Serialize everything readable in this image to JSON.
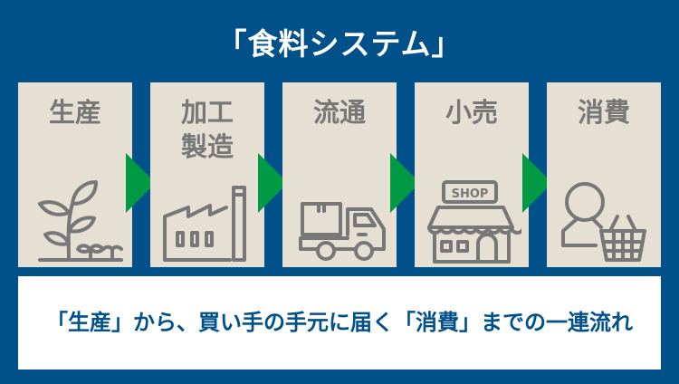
{
  "title": "「食料システム」",
  "steps": [
    {
      "label": "生産",
      "icon": "plant-icon"
    },
    {
      "label": "加工\n製造",
      "icon": "factory-icon"
    },
    {
      "label": "流通",
      "icon": "truck-icon"
    },
    {
      "label": "小売",
      "icon": "shop-icon",
      "sign": "SHOP"
    },
    {
      "label": "消費",
      "icon": "consumer-basket-icon"
    }
  ],
  "description": "「生産」から、買い手の手元に届く「消費」までの一連流れ",
  "colors": {
    "background": "#00518a",
    "box": "#e5e0d3",
    "arrow": "#009a44",
    "icon": "#777777"
  }
}
